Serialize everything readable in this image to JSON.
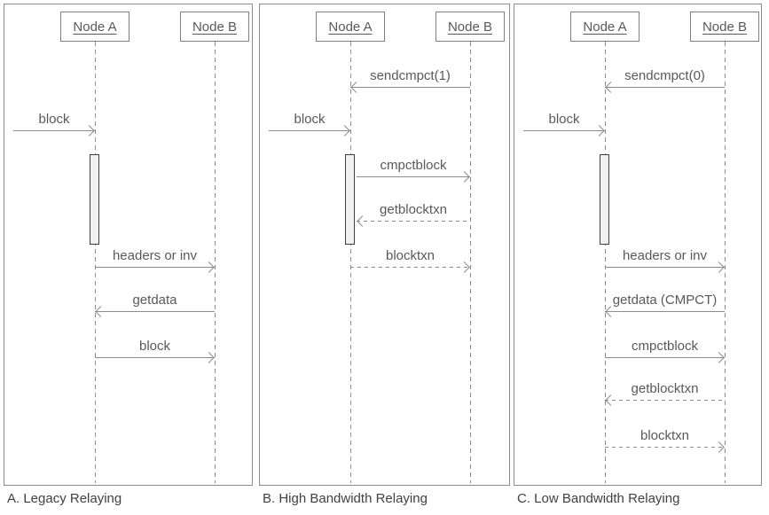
{
  "diagram": {
    "kind": "sequence-diagram-comparison",
    "colors": {
      "background": "#ffffff",
      "frame_border": "#8c8c8c",
      "node_border": "#808080",
      "arrow_line": "#8c8c8c",
      "label_text": "#595959",
      "caption_text": "#404040",
      "activation_fill": "#f0f0f0",
      "activation_border": "#404040"
    },
    "panels": [
      {
        "caption": "A. Legacy Relaying",
        "actors": [
          "Node A",
          "Node B"
        ],
        "activation": {
          "on": "Node A"
        },
        "messages": [
          {
            "label": "block",
            "from": "network",
            "to": "Node A",
            "line": "solid"
          },
          {
            "label": "headers or inv",
            "from": "Node A",
            "to": "Node B",
            "line": "solid"
          },
          {
            "label": "getdata",
            "from": "Node B",
            "to": "Node A",
            "line": "solid"
          },
          {
            "label": "block",
            "from": "Node A",
            "to": "Node B",
            "line": "solid"
          }
        ]
      },
      {
        "caption": "B. High Bandwidth Relaying",
        "actors": [
          "Node A",
          "Node B"
        ],
        "activation": {
          "on": "Node A"
        },
        "messages": [
          {
            "label": "sendcmpct(1)",
            "from": "Node B",
            "to": "Node A",
            "line": "solid"
          },
          {
            "label": "block",
            "from": "network",
            "to": "Node A",
            "line": "solid"
          },
          {
            "label": "cmpctblock",
            "from": "Node A",
            "to": "Node B",
            "line": "solid"
          },
          {
            "label": "getblocktxn",
            "from": "Node B",
            "to": "Node A",
            "line": "dashed"
          },
          {
            "label": "blocktxn",
            "from": "Node A",
            "to": "Node B",
            "line": "dashed"
          }
        ]
      },
      {
        "caption": "C. Low Bandwidth Relaying",
        "actors": [
          "Node A",
          "Node B"
        ],
        "activation": {
          "on": "Node A"
        },
        "messages": [
          {
            "label": "sendcmpct(0)",
            "from": "Node B",
            "to": "Node A",
            "line": "solid"
          },
          {
            "label": "block",
            "from": "network",
            "to": "Node A",
            "line": "solid"
          },
          {
            "label": "headers or inv",
            "from": "Node A",
            "to": "Node B",
            "line": "solid"
          },
          {
            "label": "getdata (CMPCT)",
            "from": "Node B",
            "to": "Node A",
            "line": "solid"
          },
          {
            "label": "cmpctblock",
            "from": "Node A",
            "to": "Node B",
            "line": "solid"
          },
          {
            "label": "getblocktxn",
            "from": "Node B",
            "to": "Node A",
            "line": "dashed"
          },
          {
            "label": "blocktxn",
            "from": "Node A",
            "to": "Node B",
            "line": "dashed"
          }
        ]
      }
    ]
  }
}
